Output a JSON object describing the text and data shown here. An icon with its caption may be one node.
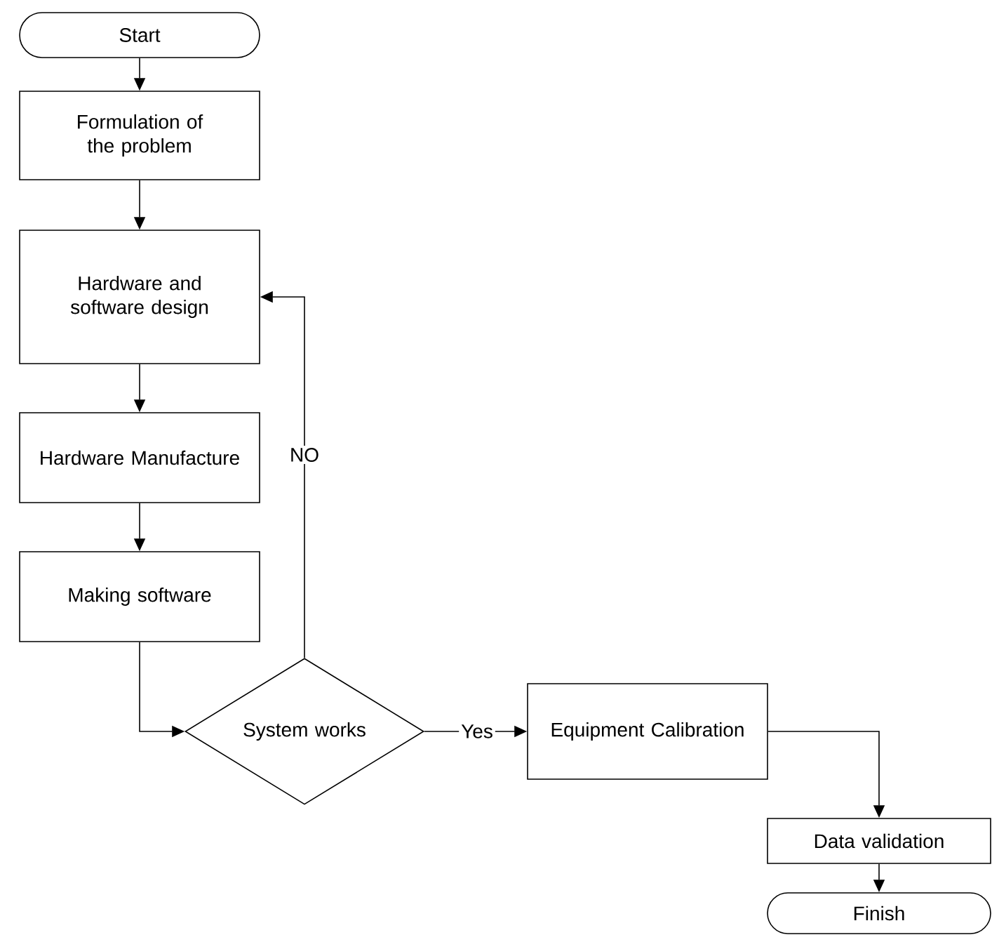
{
  "diagram": {
    "nodes": [
      {
        "text": [
          "Start"
        ]
      },
      {
        "text": [
          "Formulation of the problem"
        ]
      },
      {
        "text": [
          "Hardware and software design"
        ]
      },
      {
        "text": [
          "Hardware Manufacture"
        ]
      },
      {
        "text": [
          "Making software"
        ]
      },
      {
        "text": [
          "System works"
        ]
      },
      {
        "text": [
          "Equipment Calibration"
        ]
      },
      {
        "text": [
          "Data validation"
        ]
      },
      {
        "text": [
          "Finish"
        ]
      }
    ],
    "edges": [
      {
        "from": 0,
        "to": 1,
        "arrow": "to"
      },
      {
        "from": 1,
        "to": 2,
        "arrow": "to"
      },
      {
        "from": 2,
        "to": 3,
        "arrow": "to"
      },
      {
        "from": 3,
        "to": 4,
        "arrow": "to"
      },
      {
        "from": 4,
        "to": 5,
        "arrow": "to"
      },
      {
        "from": 5,
        "to": 2,
        "arrow": "to",
        "label": "NO"
      },
      {
        "from": 5,
        "to": 6,
        "arrow": "to",
        "label": "Yes"
      },
      {
        "from": 6,
        "to": 7,
        "arrow": "to"
      },
      {
        "from": 7,
        "to": 8,
        "arrow": "to"
      }
    ]
  }
}
